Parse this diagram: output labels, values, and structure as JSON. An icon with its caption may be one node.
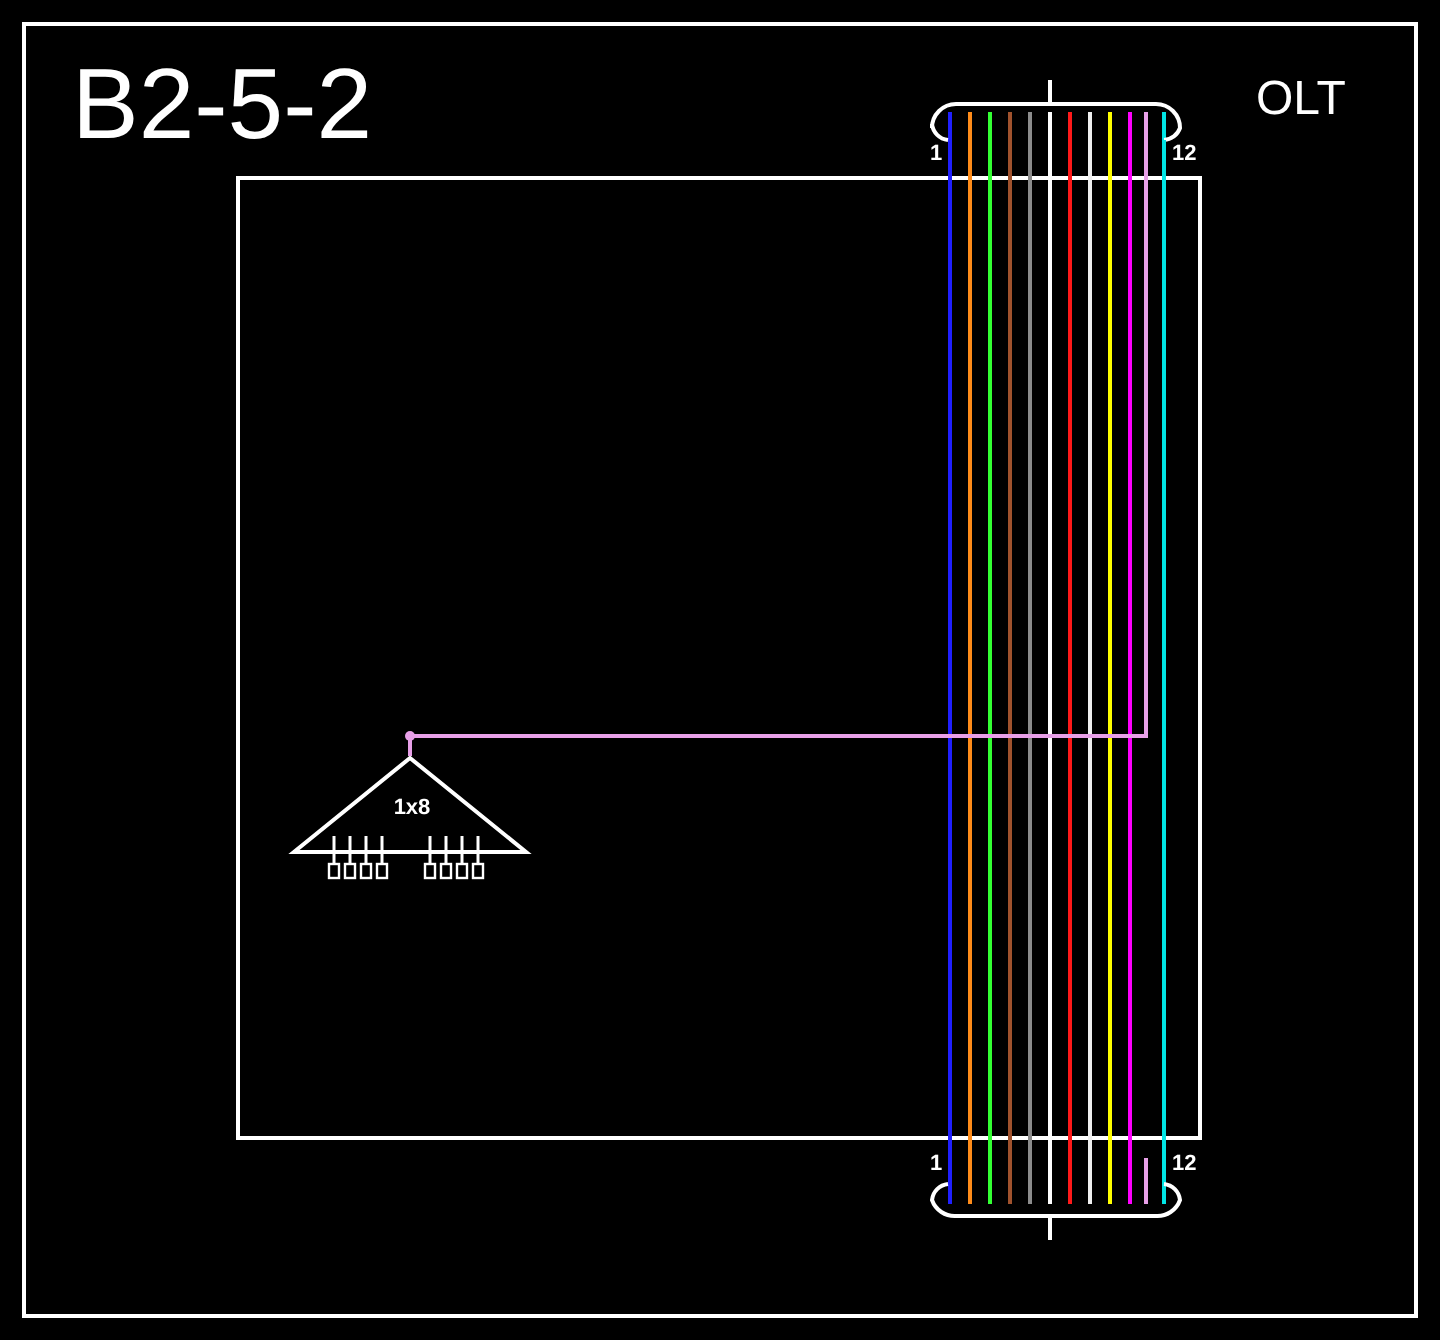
{
  "diagram": {
    "title": "B2-5-2",
    "nodes": [
      {
        "text": [],
        "shape": "box"
      },
      {
        "text": [],
        "shape": "bar",
        "beside": [
          "1",
          "12"
        ]
      },
      {
        "text": [],
        "shape": "bar",
        "beside": [
          "1",
          "12"
        ]
      },
      {
        "text": [
          "1x8"
        ],
        "in": 0
      }
    ],
    "edges": [
      {
        "from": 1,
        "to": 2,
        "arrow": "none",
        "color": "#2020ff"
      },
      {
        "from": 1,
        "to": 2,
        "arrow": "none",
        "color": "#ff8c1a"
      },
      {
        "from": 1,
        "to": 2,
        "arrow": "none",
        "color": "#33ff33"
      },
      {
        "from": 1,
        "to": 2,
        "arrow": "none",
        "color": "#a0522d"
      },
      {
        "from": 1,
        "to": 2,
        "arrow": "none",
        "color": "#8c8c8c"
      },
      {
        "from": 1,
        "to": 2,
        "arrow": "none",
        "color": "#ffffff"
      },
      {
        "from": 1,
        "to": 2,
        "arrow": "none",
        "color": "#ff1a1a"
      },
      {
        "from": 1,
        "to": 2,
        "arrow": "none",
        "color": "#f0f0f0"
      },
      {
        "from": 1,
        "to": 2,
        "arrow": "none",
        "color": "#ffff00"
      },
      {
        "from": 1,
        "to": 2,
        "arrow": "none",
        "color": "#ff00ff"
      },
      {
        "from": 1,
        "to": 3,
        "arrow": "none",
        "color": "#e8a0e8"
      },
      {
        "from": 1,
        "to": 2,
        "arrow": "none",
        "color": "#00e5e5"
      },
      {
        "from": 2,
        "to": null,
        "arrow": "none",
        "color": "#e8a0e8"
      }
    ],
    "labels": [
      "OLT"
    ]
  }
}
